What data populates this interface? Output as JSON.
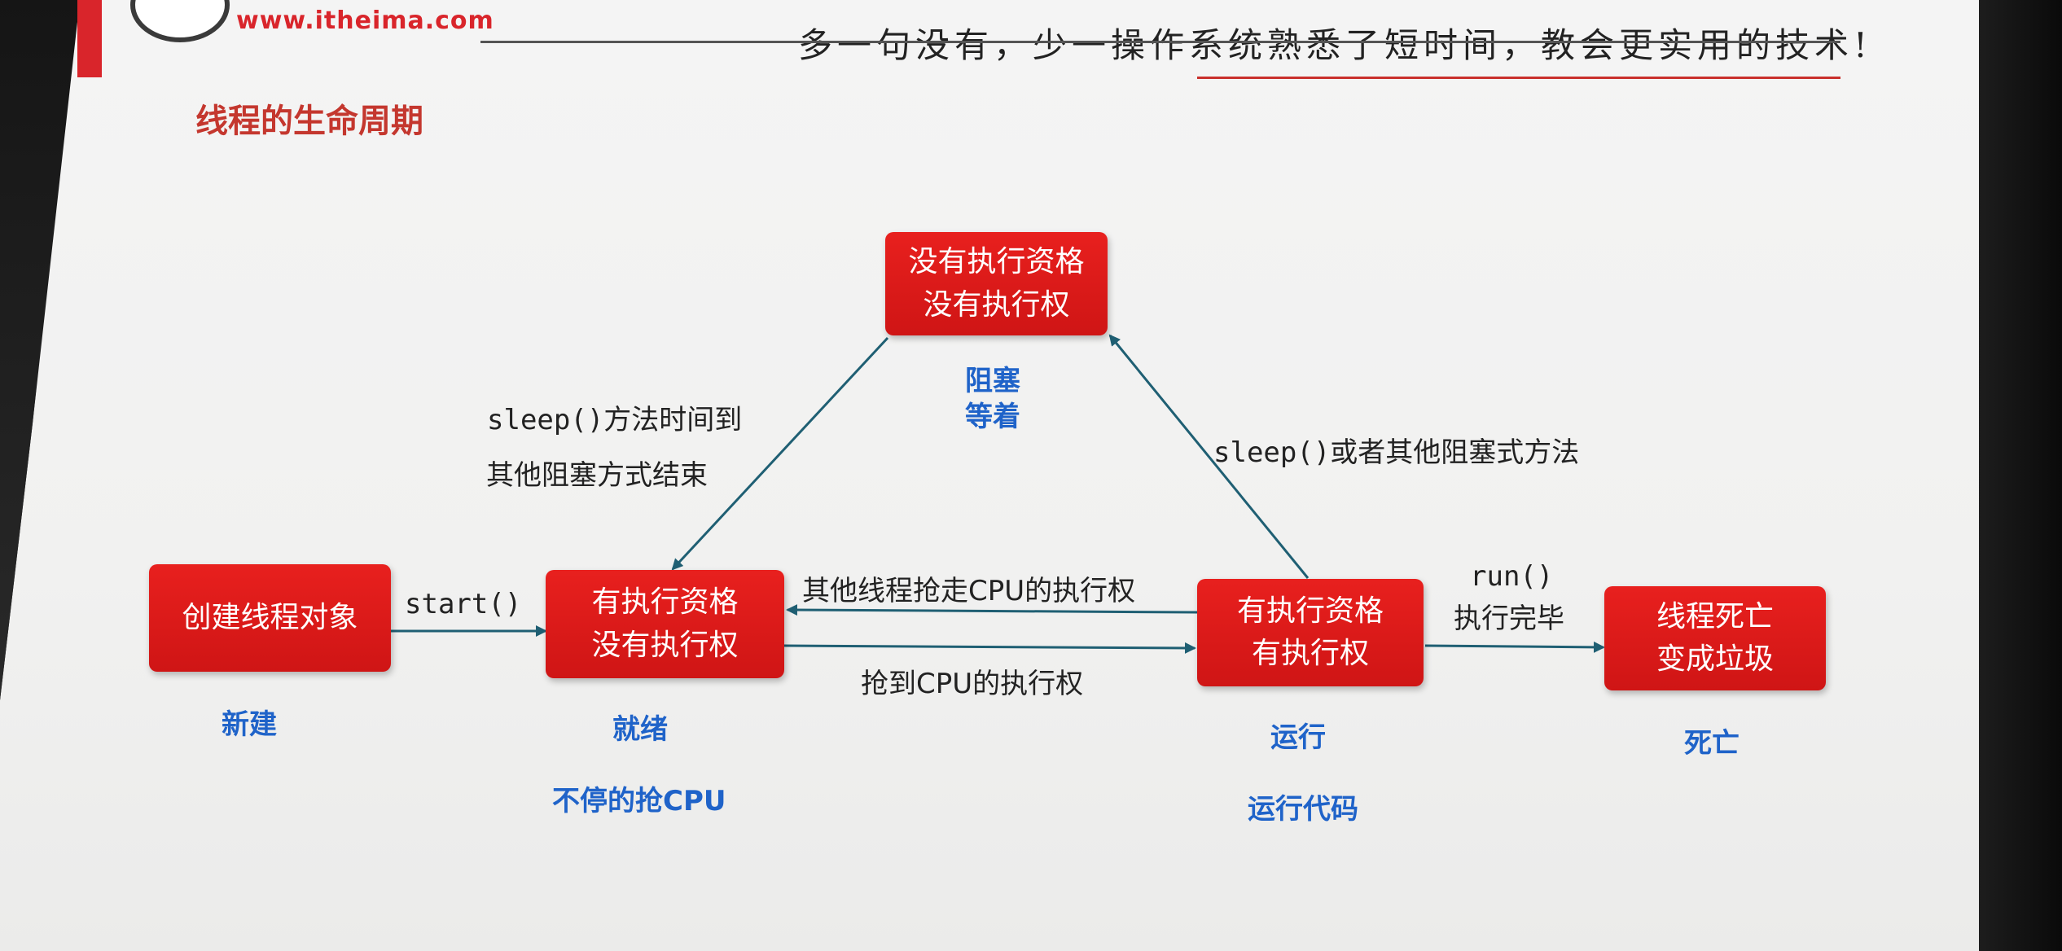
{
  "header": {
    "logo_text": "www.itheima.com",
    "slogan": "多一句没有，少一操作系统熟悉了短时间，教会更实用的技术!"
  },
  "title": "线程的生命周期",
  "states": {
    "new": {
      "line1": "创建线程对象",
      "line2": "",
      "label": "新建",
      "sublabel": ""
    },
    "ready": {
      "line1": "有执行资格",
      "line2": "没有执行权",
      "label": "就绪",
      "sublabel": "不停的抢CPU"
    },
    "running": {
      "line1": "有执行资格",
      "line2": "有执行权",
      "label": "运行",
      "sublabel": "运行代码"
    },
    "dead": {
      "line1": "线程死亡",
      "line2": "变成垃圾",
      "label": "死亡",
      "sublabel": ""
    },
    "blocked": {
      "line1": "没有执行资格",
      "line2": "没有执行权",
      "label": "阻塞",
      "sublabel": "等着"
    }
  },
  "edges": {
    "start": "start()",
    "ready_to_running": "抢到CPU的执行权",
    "running_to_ready": "其他线程抢走CPU的执行权",
    "running_to_dead_1": "run()",
    "running_to_dead_2": "执行完毕",
    "running_to_blocked": "sleep()或者其他阻塞式方法",
    "blocked_to_ready_1": "sleep()方法时间到",
    "blocked_to_ready_2": "其他阻塞方式结束"
  },
  "colors": {
    "box": "#e01c1c",
    "state_label": "#1f63c9",
    "arrow": "#1f5f73",
    "title": "#c4372e"
  }
}
